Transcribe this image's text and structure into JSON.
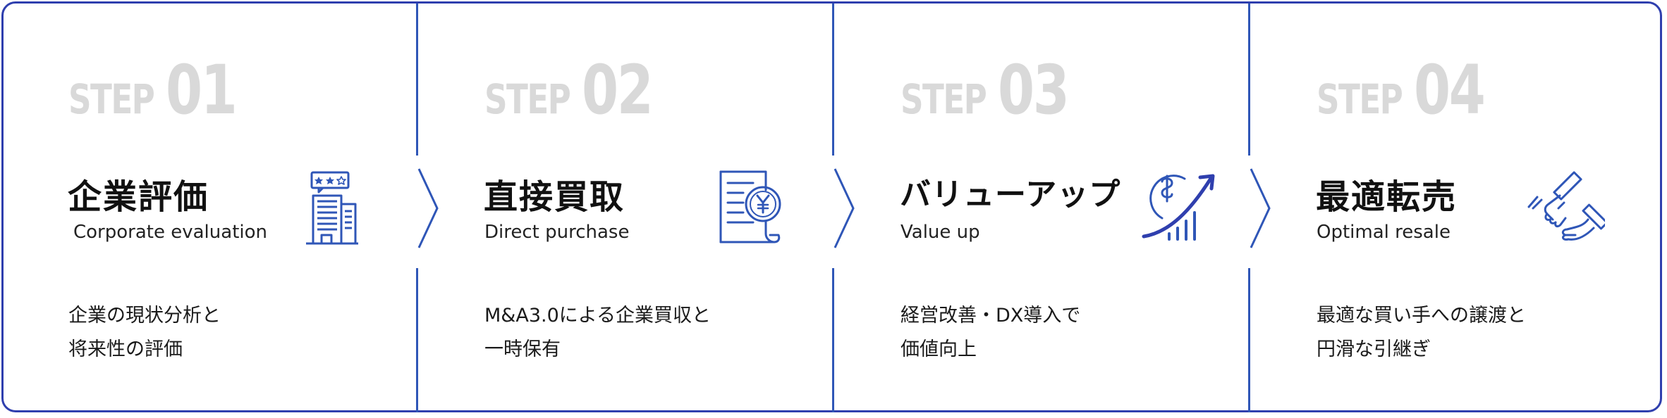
{
  "steps": [
    {
      "step_word": "STEP",
      "step_number": "01",
      "title": "企業評価",
      "subtitle": "Corporate evaluation",
      "description_lines": [
        "企業の現状分析と",
        "将来性の評価"
      ],
      "icon": "building-rating-icon"
    },
    {
      "step_word": "STEP",
      "step_number": "02",
      "title": "直接買取",
      "subtitle": "Direct purchase",
      "description_lines": [
        "M&A3.0による企業買収と",
        "一時保有"
      ],
      "icon": "yen-document-icon"
    },
    {
      "step_word": "STEP",
      "step_number": "03",
      "title": "バリューアップ",
      "subtitle": "Value up",
      "description_lines": [
        "経営改善・DX導入で",
        "価値向上"
      ],
      "icon": "dollar-growth-icon"
    },
    {
      "step_word": "STEP",
      "step_number": "04",
      "title": "最適転売",
      "subtitle": "Optimal resale",
      "description_lines": [
        "最適な買い手への譲渡と",
        "円滑な引継ぎ"
      ],
      "icon": "handshake-icon"
    }
  ],
  "colors": {
    "accent": "#2f56b7",
    "border": "#2f3fae",
    "step_label": "#d9d9d9",
    "text": "#111111"
  }
}
